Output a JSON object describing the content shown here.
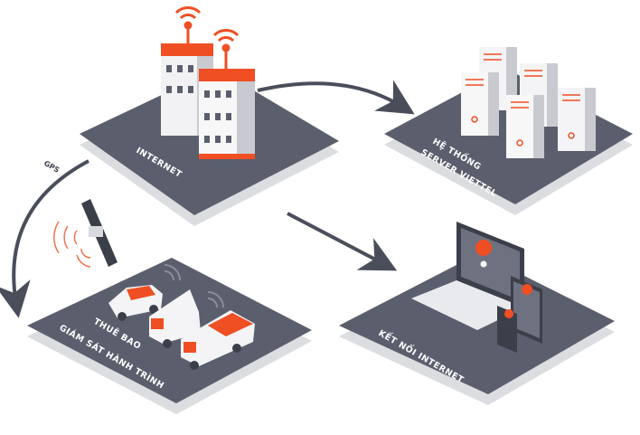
{
  "labels": {
    "internet": "INTERNET",
    "server_line1": "HỆ THỐNG",
    "server_line2": "SERVER VIETTEL",
    "gps": "GPS",
    "tracking_line1": "THUÊ BAO",
    "tracking_line2": "GIÁM SÁT HÀNH TRÌNH",
    "connect": "KẾT NỐI INTERNET"
  },
  "colors": {
    "platform_top": "#5b5f6d",
    "platform_base": "#dcdde0",
    "accent": "#f04e23",
    "arrow": "#4a4e5b"
  }
}
